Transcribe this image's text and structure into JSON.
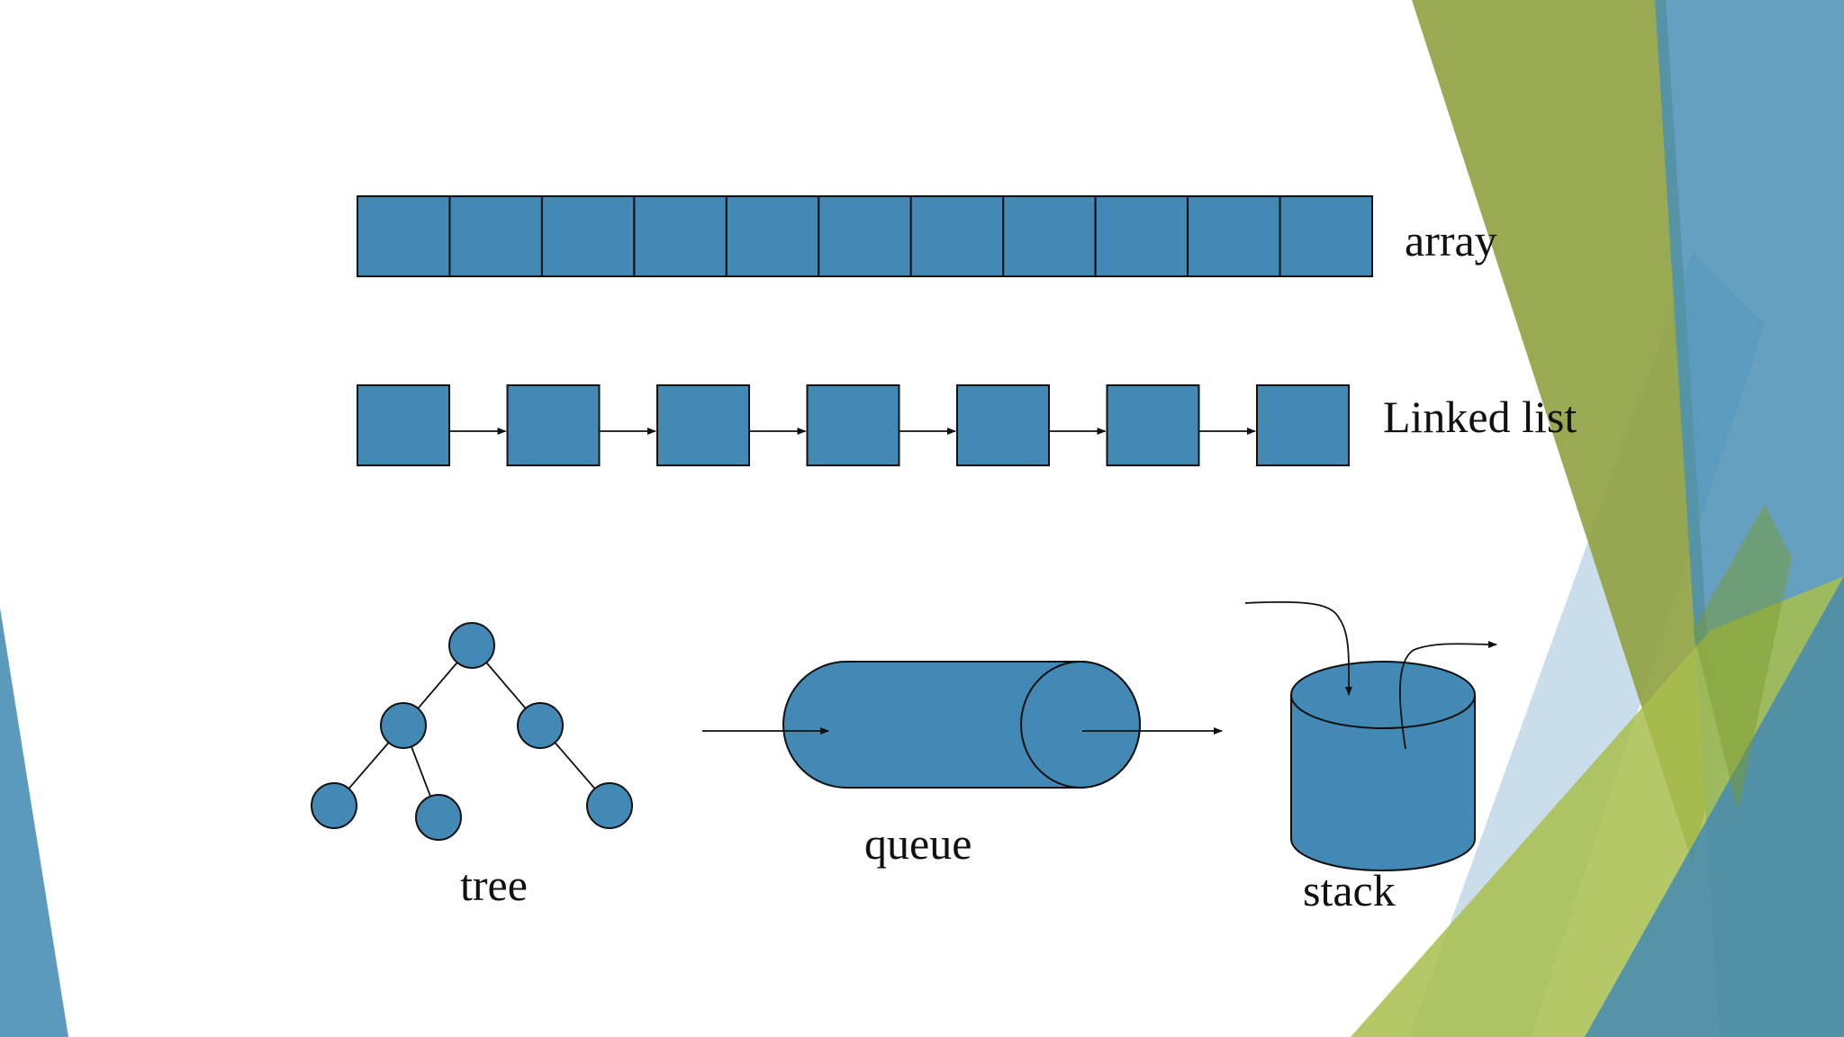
{
  "colors": {
    "shape_fill": "#4289B5",
    "stroke": "#111111",
    "deco_green": "#8FA13F",
    "deco_teal": "#4A8FB6",
    "deco_light": "#BFD8E6",
    "deco_lime": "#A8BE4C"
  },
  "labels": {
    "array": "array",
    "linked_list": "Linked list",
    "tree": "tree",
    "queue": "queue",
    "stack": "stack"
  },
  "array": {
    "cell_count": 11
  },
  "linked_list": {
    "node_count": 7
  },
  "tree": {
    "node_count": 6,
    "edges": [
      [
        "root",
        "left"
      ],
      [
        "root",
        "right"
      ],
      [
        "left",
        "left-left"
      ],
      [
        "left",
        "left-right"
      ],
      [
        "right",
        "right-right"
      ]
    ]
  }
}
